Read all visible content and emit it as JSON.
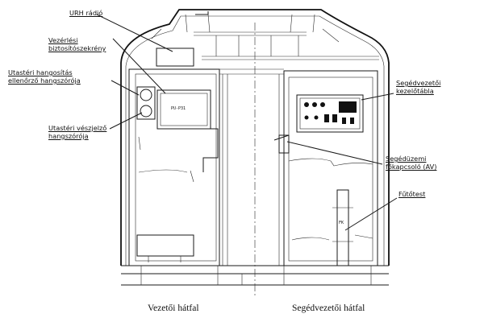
{
  "labels": {
    "urh_radio": "URH rádió",
    "control_fuse_box_l1": "Vezérlési",
    "control_fuse_box_l2": "biztosítószekrény",
    "passenger_check_speaker_l1": "Utastéri hangosítás",
    "passenger_check_speaker_l2": "ellenőrző hangszórója",
    "passenger_alarm_speaker_l1": "Utastéri vészjelző",
    "passenger_alarm_speaker_l2": "hangszórója",
    "assistant_panel_l1": "Segédvezetői",
    "assistant_panel_l2": "kezelőtábla",
    "aux_main_switch_l1": "Segédüzemi",
    "aux_main_switch_l2": "főkapcsoló (AV)",
    "heater": "Fűtőtest"
  },
  "captions": {
    "left_wall": "Vezetői hátfal",
    "right_wall": "Segédvezetői hátfal"
  },
  "device_tags": {
    "fuse_panel": "PU-P31",
    "heater_tag": "FK"
  }
}
